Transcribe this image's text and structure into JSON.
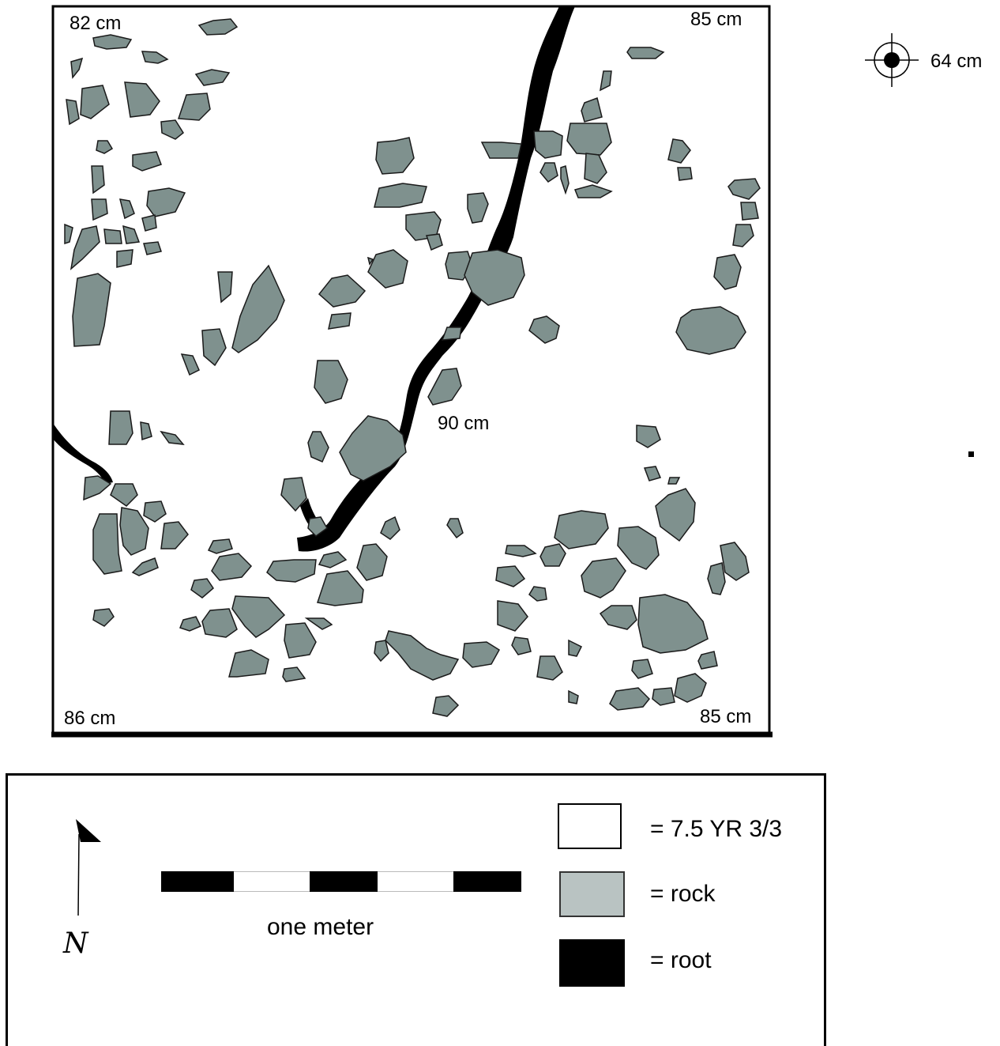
{
  "map": {
    "corner_labels": {
      "top_left": "82 cm",
      "top_right": "85 cm",
      "bottom_left": "86 cm",
      "bottom_right": "85 cm"
    },
    "center_label": "90 cm",
    "datum_label": "64 cm",
    "colors": {
      "rock_fill": "#7f918e",
      "root_fill": "#000000",
      "soil_fill": "#ffffff"
    }
  },
  "legend": {
    "scale_label": "one meter",
    "north_label": "N",
    "items": [
      {
        "label": "= 7.5 YR 3/3",
        "color": "#ffffff"
      },
      {
        "label": "= rock",
        "color": "#b9c3c2"
      },
      {
        "label": "= root",
        "color": "#000000"
      }
    ]
  }
}
